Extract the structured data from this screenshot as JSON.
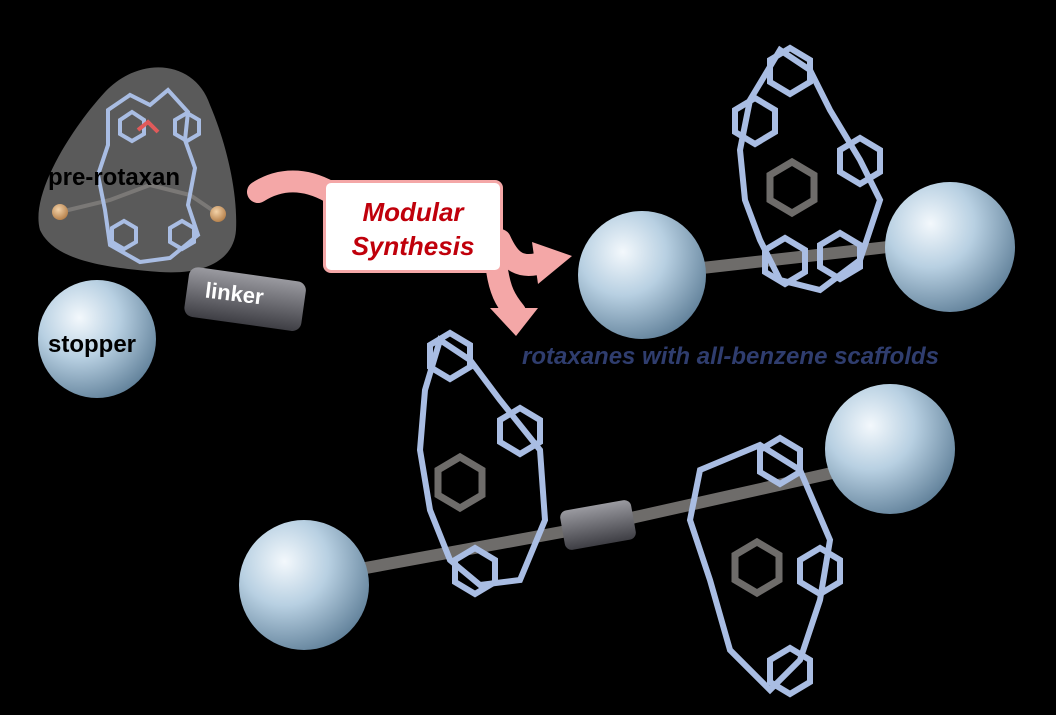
{
  "labels": {
    "pre_rotaxane": "pre-rotaxan",
    "stopper": "stopper",
    "linker": "linker",
    "modular_line1": "Modular",
    "modular_line2": "Synthesis",
    "result": "rotaxanes with all-benzene scaffolds"
  },
  "colors": {
    "background": "#000000",
    "ring": "#a9bde3",
    "axle": "#6e6c6a",
    "sphere": "#b8d0e2",
    "arrow": "#f4a7a7",
    "modular_text": "#c0000b",
    "result_text": "#2f3d6e",
    "linker_block": "#6a6a70"
  }
}
